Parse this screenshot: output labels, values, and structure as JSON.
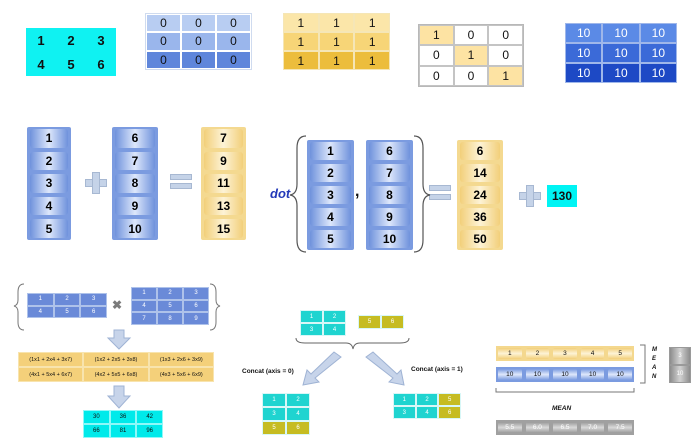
{
  "top_matrices": {
    "cyan": [
      [
        "1",
        "2",
        "3"
      ],
      [
        "4",
        "5",
        "6"
      ]
    ],
    "zeros": [
      [
        "0",
        "0",
        "0"
      ],
      [
        "0",
        "0",
        "0"
      ],
      [
        "0",
        "0",
        "0"
      ]
    ],
    "ones": [
      [
        "1",
        "1",
        "1"
      ],
      [
        "1",
        "1",
        "1"
      ],
      [
        "1",
        "1",
        "1"
      ]
    ],
    "identity": [
      [
        "1",
        "0",
        "0"
      ],
      [
        "0",
        "1",
        "0"
      ],
      [
        "0",
        "0",
        "1"
      ]
    ],
    "tens": [
      [
        "10",
        "10",
        "10"
      ],
      [
        "10",
        "10",
        "10"
      ],
      [
        "10",
        "10",
        "10"
      ]
    ]
  },
  "colors": {
    "cyan": "#0ff2f2",
    "zeros_rows": [
      "#b8cdf2",
      "#9ab6ec",
      "#5f86db"
    ],
    "ones_rows": [
      "#fbe6a9",
      "#f7d577",
      "#ecbd3c"
    ],
    "identity_highlight": "#fde3a3",
    "tens_rows": [
      "#5b8ae6",
      "#3b6ad8",
      "#1d49c5"
    ]
  },
  "addition": {
    "a": [
      "1",
      "2",
      "3",
      "4",
      "5"
    ],
    "b": [
      "6",
      "7",
      "8",
      "9",
      "10"
    ],
    "result": [
      "7",
      "9",
      "11",
      "13",
      "15"
    ]
  },
  "dot": {
    "label": "dot",
    "comma": ",",
    "a": [
      "1",
      "2",
      "3",
      "4",
      "5"
    ],
    "b": [
      "6",
      "7",
      "8",
      "9",
      "10"
    ],
    "products": [
      "6",
      "14",
      "24",
      "36",
      "50"
    ],
    "sum": "130"
  },
  "matmul": {
    "times_symbol": "✖",
    "a": [
      [
        "1",
        "2",
        "3"
      ],
      [
        "4",
        "5",
        "6"
      ]
    ],
    "b": [
      [
        "1",
        "2",
        "3"
      ],
      [
        "4",
        "5",
        "6"
      ],
      [
        "7",
        "8",
        "9"
      ]
    ],
    "expressions": [
      [
        "(1x1 + 2x4 + 3x7)",
        "(1x2 + 2x5 + 3x8)",
        "(1x3 + 2x6 + 3x9)"
      ],
      [
        "(4x1 + 5x4 + 6x7)",
        "(4x2 + 5x5 + 6x8)",
        "(4x3 + 5x6 + 6x9)"
      ]
    ],
    "result": [
      [
        "30",
        "36",
        "42"
      ],
      [
        "66",
        "81",
        "96"
      ]
    ]
  },
  "concat": {
    "a": [
      [
        "1",
        "2"
      ],
      [
        "3",
        "4"
      ]
    ],
    "b": [
      [
        "5",
        "6"
      ]
    ],
    "axis0_label": "Concat (axis = 0)",
    "axis1_label": "Concat (axis = 1)",
    "axis0_result": [
      [
        "1",
        "2"
      ],
      [
        "3",
        "4"
      ],
      [
        "5",
        "6"
      ]
    ],
    "axis1_result": [
      [
        "1",
        "2",
        "5"
      ],
      [
        "3",
        "4",
        "6"
      ]
    ]
  },
  "mean": {
    "row1": [
      "1",
      "2",
      "3",
      "4",
      "5"
    ],
    "row2": [
      "10",
      "10",
      "10",
      "10",
      "10"
    ],
    "vertical_label": [
      "M",
      "E",
      "A",
      "N"
    ],
    "horizontal_label": "MEAN",
    "row_means": [
      "3",
      "10"
    ],
    "col_means": [
      "5.5",
      "6.0",
      "6.5",
      "7.0",
      "7.5"
    ]
  }
}
